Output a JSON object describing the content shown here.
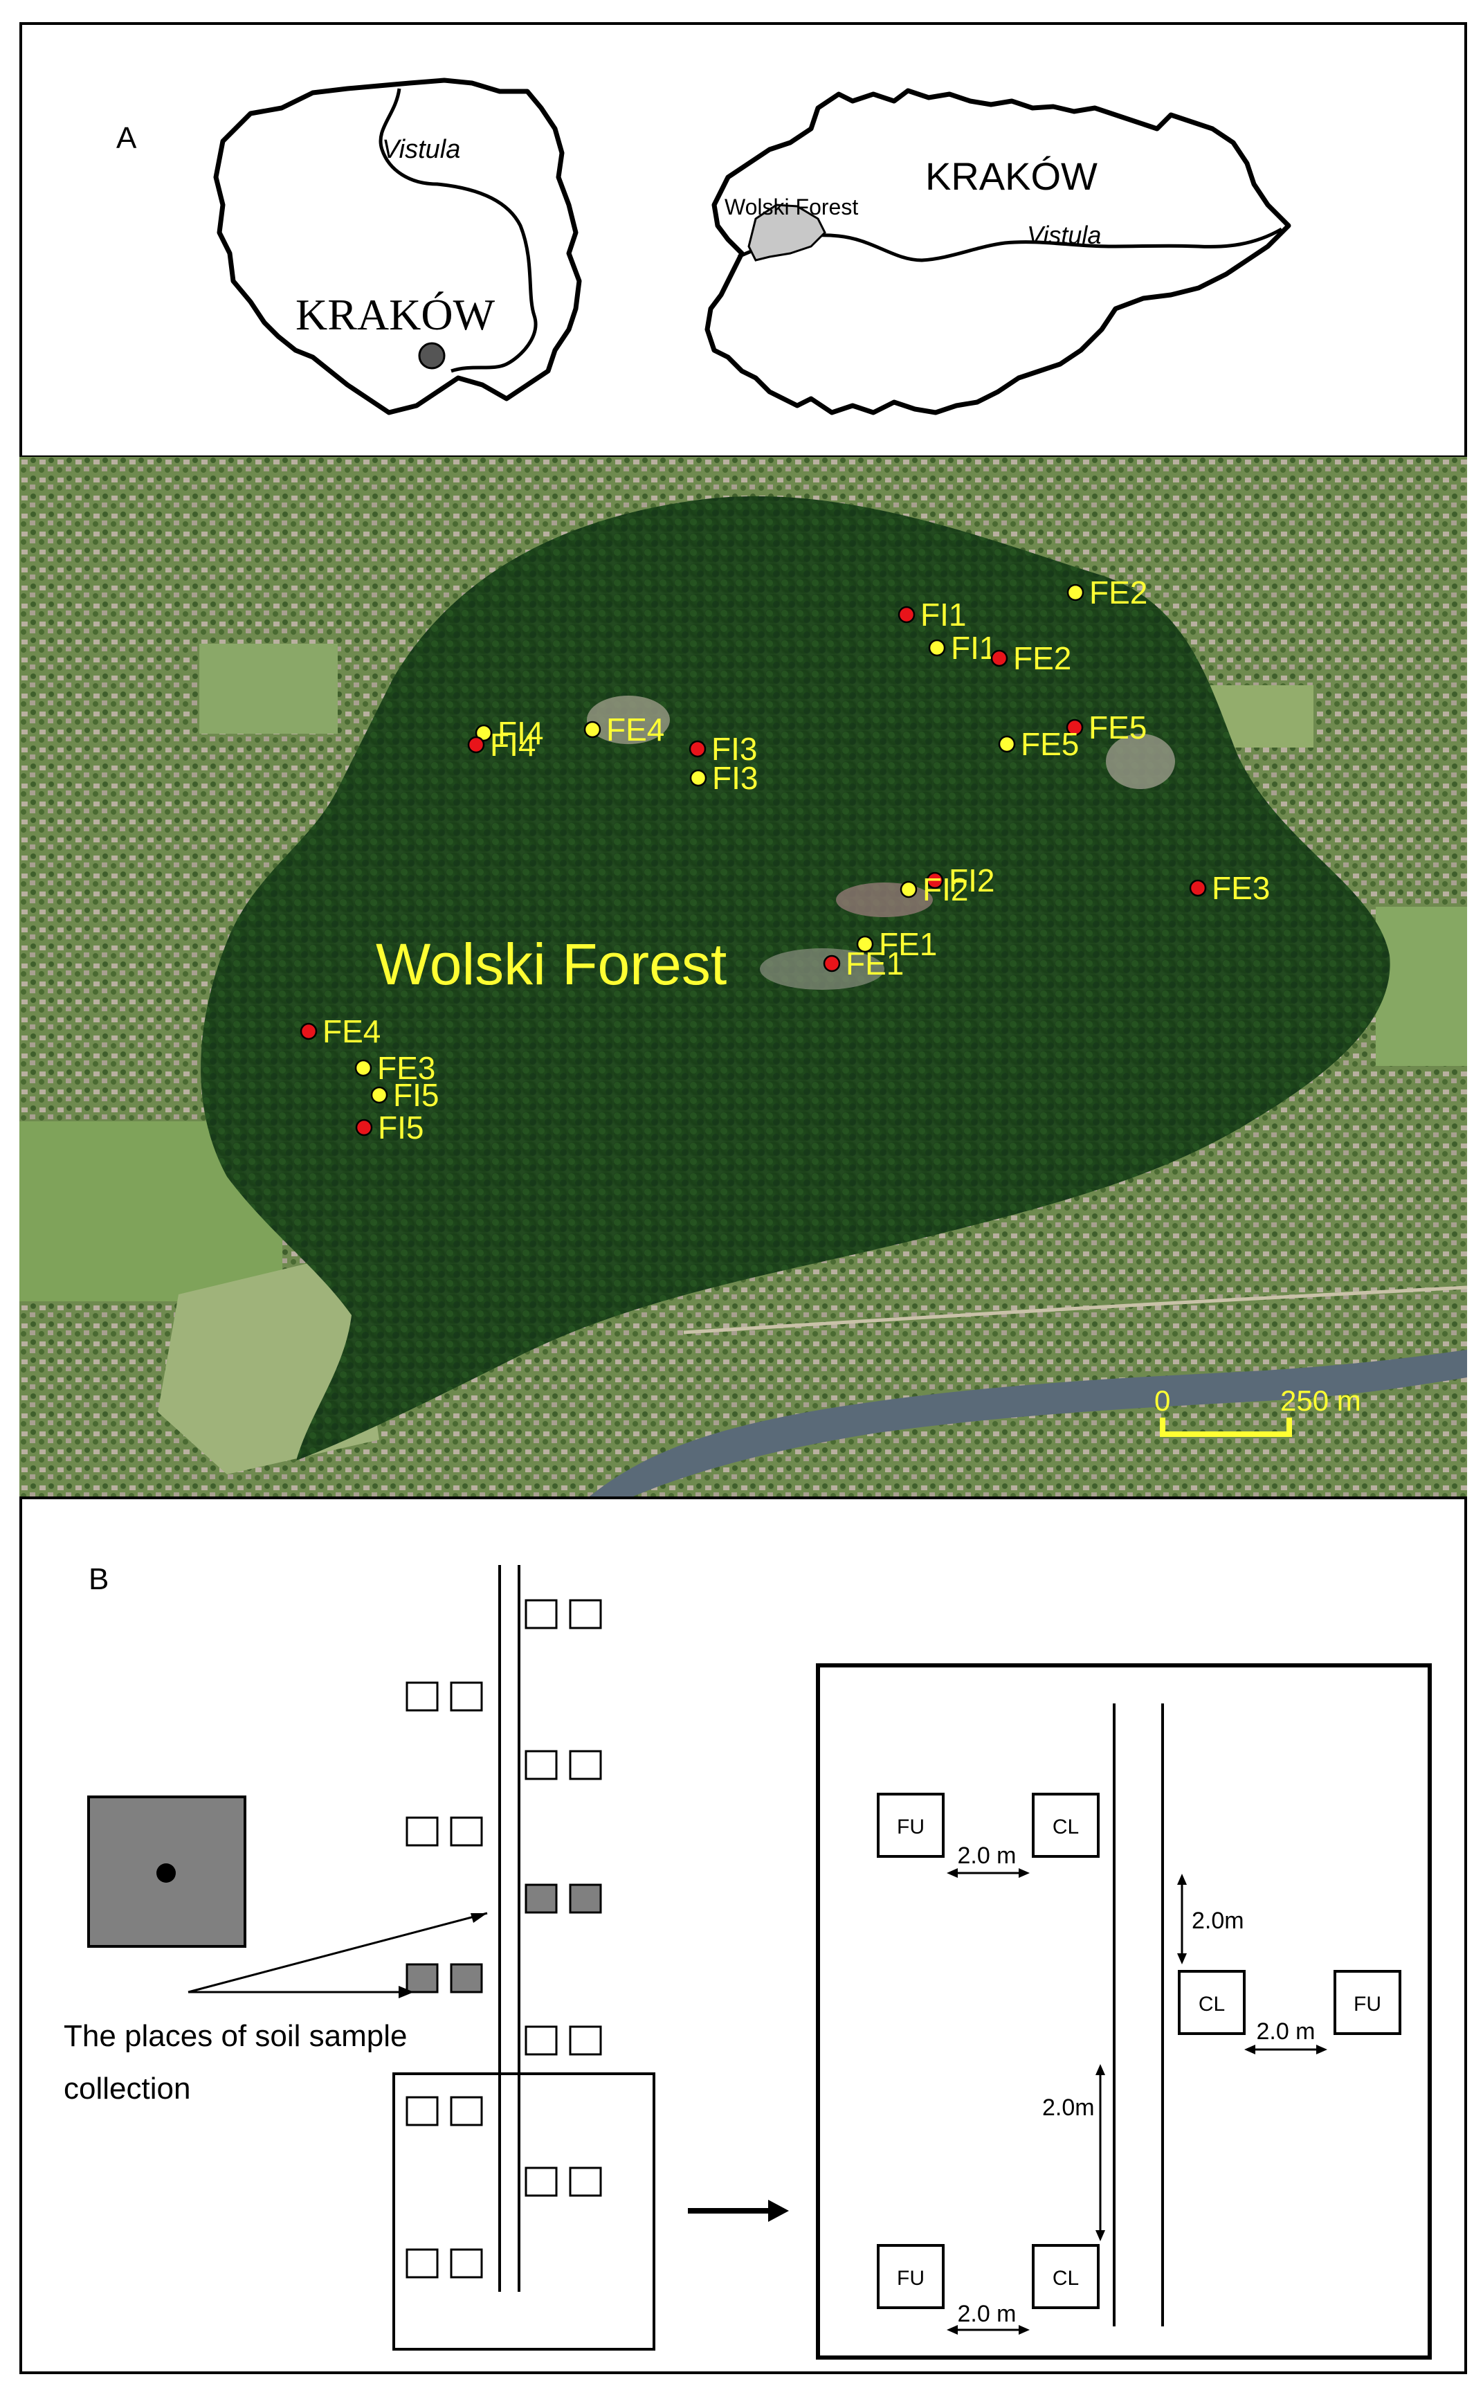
{
  "panel_a": {
    "label": "A",
    "poland_map": {
      "river_label": "Vistula",
      "city_label": "KRAKÓW"
    },
    "krakow_map": {
      "city_label": "KRAKÓW",
      "river_label": "Vistula",
      "forest_label": "Wolski Forest"
    }
  },
  "aerial_map": {
    "forest_label": "Wolski Forest",
    "scale_bar": {
      "start_label": "0",
      "end_label": "250 m"
    },
    "colors": {
      "red_point": "#e8141a",
      "yellow_point": "#ffff33",
      "label": "#ffff33"
    },
    "sites": [
      {
        "label": "FI1",
        "color": "red"
      },
      {
        "label": "FI1",
        "color": "yellow"
      },
      {
        "label": "FE2",
        "color": "yellow"
      },
      {
        "label": "FE2",
        "color": "red"
      },
      {
        "label": "FE5",
        "color": "red"
      },
      {
        "label": "FE5",
        "color": "yellow"
      },
      {
        "label": "FI4",
        "color": "yellow"
      },
      {
        "label": "FE4",
        "color": "yellow"
      },
      {
        "label": "FI4",
        "color": "red"
      },
      {
        "label": "FI3",
        "color": "red"
      },
      {
        "label": "FI3",
        "color": "yellow"
      },
      {
        "label": "FI2",
        "color": "red"
      },
      {
        "label": "FI2",
        "color": "yellow"
      },
      {
        "label": "FE3",
        "color": "red"
      },
      {
        "label": "FE1",
        "color": "yellow"
      },
      {
        "label": "FE1",
        "color": "red"
      },
      {
        "label": "FE4",
        "color": "red"
      },
      {
        "label": "FE3",
        "color": "yellow"
      },
      {
        "label": "FI5",
        "color": "yellow"
      },
      {
        "label": "FI5",
        "color": "red"
      }
    ]
  },
  "panel_b": {
    "label": "B",
    "caption_line1": "The places of soil sample",
    "caption_line2": "collection",
    "detail": {
      "fu_label": "FU",
      "cl_label": "CL",
      "distance_spaced": "2.0 m",
      "distance_compact": "2.0m"
    }
  }
}
